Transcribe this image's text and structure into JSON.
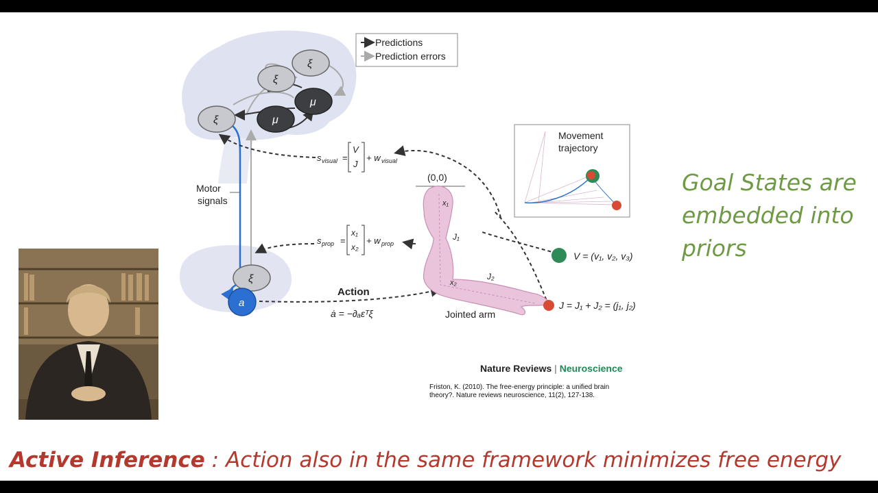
{
  "diagram": {
    "legend": {
      "predictions": "Predictions",
      "prediction_errors": "Prediction errors"
    },
    "nodes": {
      "xi_x1": "ξ",
      "xi_v2": "ξ",
      "mu_v1": "μ",
      "xi_v1": "ξ",
      "mu_x1": "μ",
      "xi_v1_spinal": "ξ",
      "action_node": "a"
    },
    "labels": {
      "motor_signals_1": "Motor",
      "motor_signals_2": "signals",
      "s_visual": "s",
      "s_visual_sub": "visual",
      "w_visual": "+ w",
      "w_visual_sub": "visual",
      "s_prop": "s",
      "s_prop_sub": "prop",
      "w_prop": "+ w",
      "w_prop_sub": "prop",
      "action_title": "Action",
      "action_eq": "ȧ = −∂ₐεᵀξ",
      "origin": "(0,0)",
      "jointed_arm": "Jointed arm",
      "movement_trajectory_1": "Movement",
      "movement_trajectory_2": "trajectory",
      "v_eq": "V = (v₁, v₂, v₃)",
      "j_eq": "J = J₁ + J₂ = (j₁, j₂)"
    },
    "source": {
      "journal_a": "Nature Reviews",
      "journal_sep": "|",
      "journal_b": "Neuroscience"
    },
    "citation": "Friston, K. (2010). The free-energy principle: a unified brain theory?. Nature reviews neuroscience, 11(2), 127-138."
  },
  "side_text": [
    "Goal States are",
    "embedded into",
    "priors"
  ],
  "footer": {
    "bold": "Active Inference",
    "rest": " : Action also in the same framework minimizes free energy"
  },
  "colors": {
    "green_text": "#6f9a45",
    "red_text": "#b3382d",
    "brain": "#dfe2f1",
    "action_blue": "#2a6fd1",
    "arm_pink": "#e9c4da"
  }
}
